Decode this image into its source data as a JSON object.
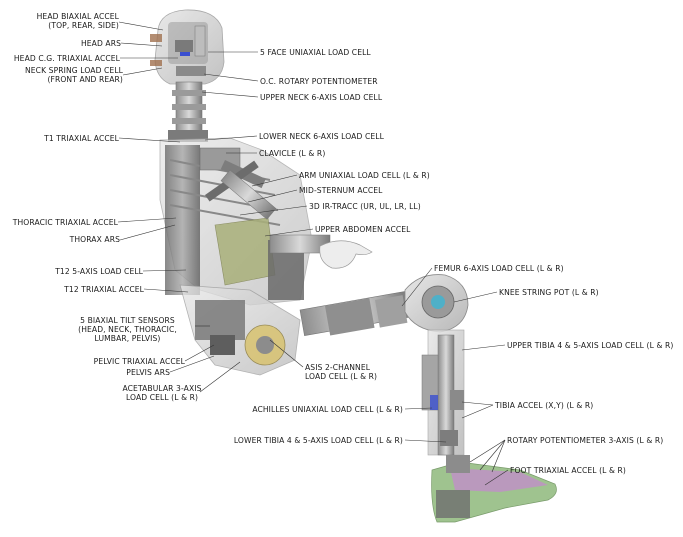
{
  "labels": {
    "head_biaxial_accel": "HEAD BIAXIAL ACCEL",
    "head_biaxial_accel_sub": "(TOP, REAR, SIDE)",
    "head_ars": "HEAD ARS",
    "head_cg_triaxial_accel": "HEAD C.G. TRIAXIAL ACCEL",
    "neck_spring_load_cell": "NECK SPRING LOAD CELL",
    "neck_spring_load_cell_sub": "(FRONT AND REAR)",
    "t1_triaxial_accel": "T1 TRIAXIAL ACCEL",
    "thoracic_triaxial_accel": "THORACIC TRIAXIAL ACCEL",
    "thorax_ars": "THORAX ARS",
    "t12_5axis_load_cell": "T12 5-AXIS LOAD CELL",
    "t12_triaxial_accel": "T12 TRIAXIAL ACCEL",
    "biaxial_tilt_sensors_1": "5 BIAXIAL TILT SENSORS",
    "biaxial_tilt_sensors_2": "(HEAD, NECK, THORACIC,",
    "biaxial_tilt_sensors_3": "LUMBAR, PELVIS)",
    "pelvic_triaxial_accel": "PELVIC TRIAXIAL ACCEL",
    "pelvis_ars": "PELVIS ARS",
    "acetabular_1": "ACETABULAR 3-AXIS",
    "acetabular_2": "LOAD CELL (L & R)",
    "face_uniaxial_load_cell": "5 FACE UNIAXIAL LOAD CELL",
    "oc_rotary_potentiometer": "O.C. ROTARY POTENTIOMETER",
    "upper_neck_6axis": "UPPER NECK 6-AXIS LOAD CELL",
    "lower_neck_6axis": "LOWER NECK 6-AXIS LOAD CELL",
    "clavicle": "CLAVICLE (L & R)",
    "arm_uniaxial_load_cell": "ARM UNIAXIAL LOAD CELL (L & R)",
    "mid_sternum_accel": "MID-STERNUM ACCEL",
    "ir_tracc": "3D IR-TRACC (UR, UL, LR, LL)",
    "upper_abdomen_accel": "UPPER ABDOMEN ACCEL",
    "asis_1": "ASIS 2-CHANNEL",
    "asis_2": "LOAD CELL (L & R)",
    "femur_6axis": "FEMUR 6-AXIS LOAD CELL (L & R)",
    "knee_string_pot": "KNEE STRING POT (L & R)",
    "upper_tibia": "UPPER TIBIA 4 & 5-AXIS LOAD CELL (L & R)",
    "achilles": "ACHILLES UNIAXIAL LOAD CELL (L & R)",
    "tibia_accel": "TIBIA ACCEL (X,Y) (L & R)",
    "lower_tibia": "LOWER TIBIA 4 & 5-AXIS LOAD CELL (L & R)",
    "rotary_pot_3axis": "ROTARY POTENTIOMETER 3-AXIS (L & R)",
    "foot_triaxial_accel": "FOOT TRIAXIAL ACCEL (L & R)"
  },
  "colors": {
    "abdomen_insert": "#a9b07a",
    "pelvis_insert": "#d9c26a",
    "foot_sole": "#7fb06a",
    "foot_top": "#c08fc8",
    "sensor_blue": "#3a4fd0",
    "leader_line": "#333333"
  }
}
